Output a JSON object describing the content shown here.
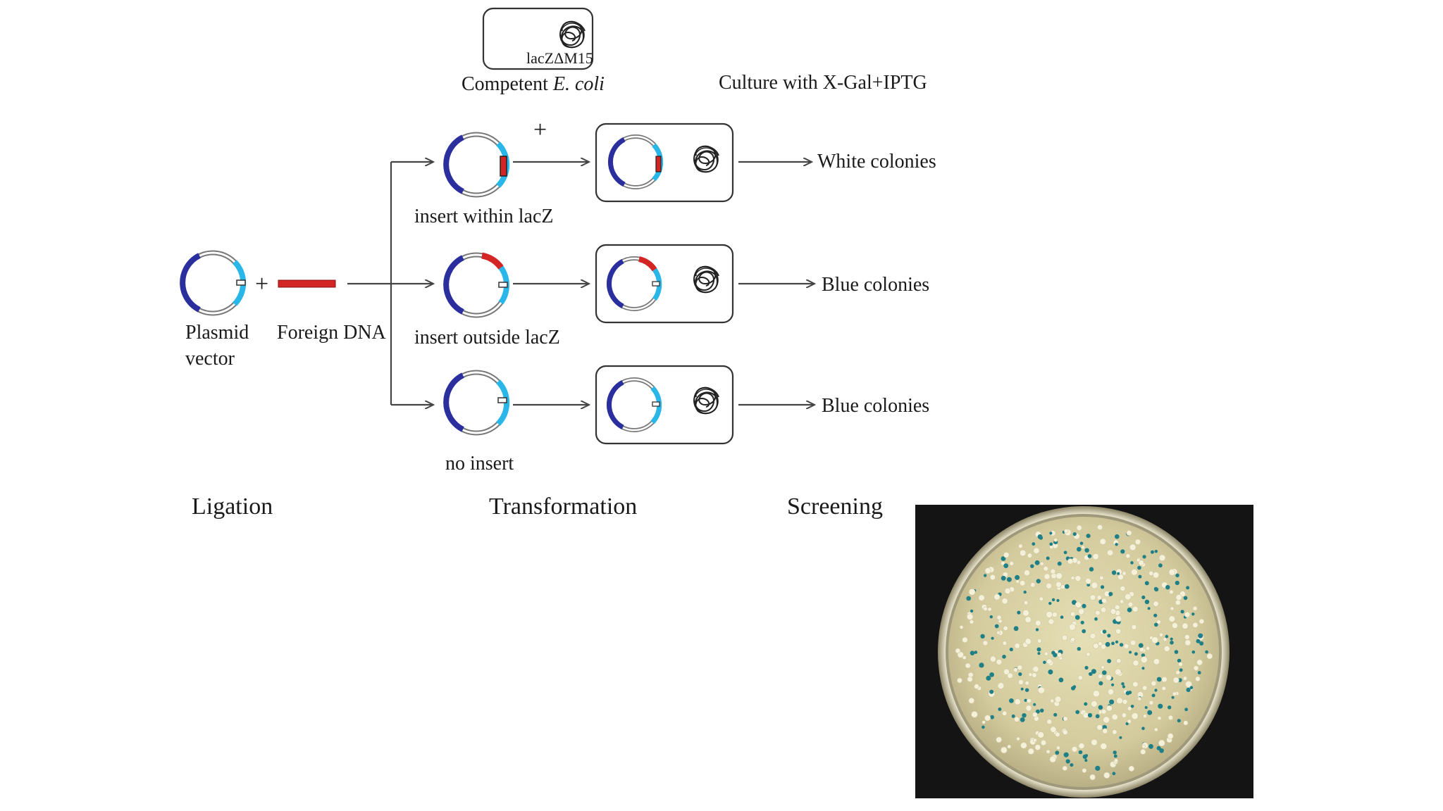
{
  "top": {
    "mutation_label": "lacZΔM15",
    "cell_label_prefix": "Competent ",
    "cell_label_species": "E. coli",
    "culture_label": "Culture with X-Gal+IPTG",
    "plus_sign": "+"
  },
  "ligation": {
    "plasmid_label_line1": "Plasmid",
    "plasmid_label_line2": "vector",
    "foreign_dna_label": "Foreign DNA",
    "plus_sign": "+"
  },
  "rows": [
    {
      "plasmid_label": "insert within lacZ",
      "result_label": "White colonies"
    },
    {
      "plasmid_label": "insert outside lacZ",
      "result_label": "Blue colonies"
    },
    {
      "plasmid_label": "no insert",
      "result_label": "Blue colonies"
    }
  ],
  "steps": {
    "ligation": "Ligation",
    "transformation": "Transformation",
    "screening": "Screening"
  },
  "colors": {
    "plasmid_dark_blue": "#2b2f9e",
    "lacz_light_blue": "#29b6e8",
    "foreign_dna_red": "#d42525",
    "colony_blue": "#1f7f86",
    "colony_white": "#f5f0d8",
    "agar": "#d8d0a4"
  },
  "photo": {
    "subject": "petri-dish-blue-white-colonies"
  }
}
